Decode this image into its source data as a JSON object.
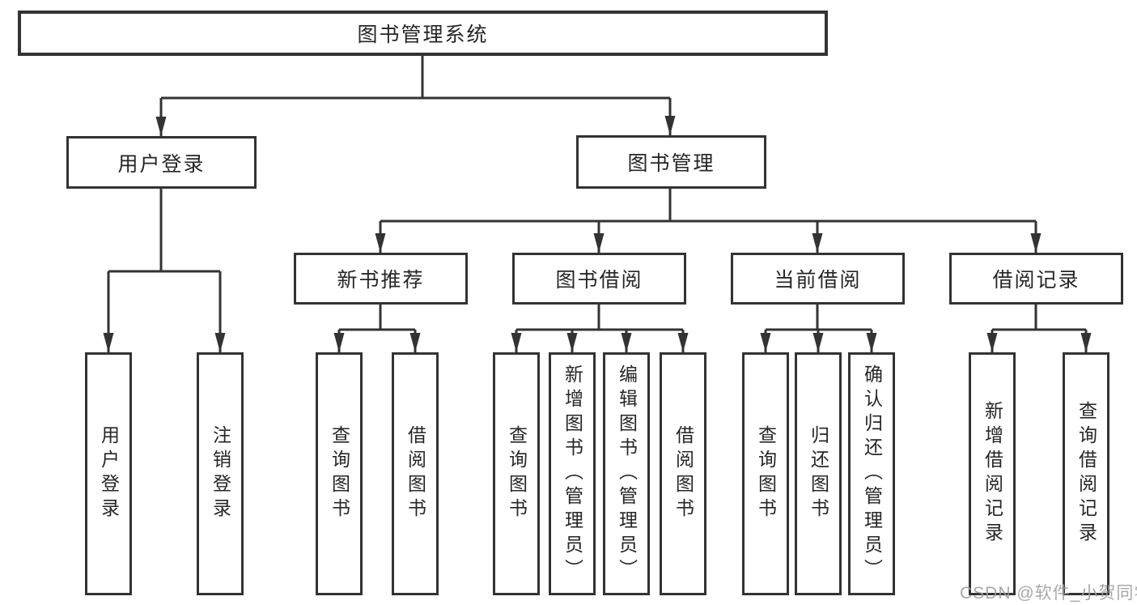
{
  "tree": {
    "root": "图书管理系统",
    "branches": [
      {
        "label": "用户登录",
        "children": [
          "用户登录",
          "注销登录"
        ]
      },
      {
        "label": "图书管理",
        "sections": [
          {
            "label": "新书推荐",
            "children": [
              "查询图书",
              "借阅图书"
            ]
          },
          {
            "label": "图书借阅",
            "children": [
              "查询图书",
              "新增图书（管理员）",
              "编辑图书（管理员）",
              "借阅图书"
            ]
          },
          {
            "label": "当前借阅",
            "children": [
              "查询图书",
              "归还图书",
              "确认归还（管理员）"
            ]
          },
          {
            "label": "借阅记录",
            "children": [
              "新增借阅记录",
              "查询借阅记录"
            ]
          }
        ]
      }
    ]
  },
  "watermark": "CSDN @软件_小贺同学",
  "colors": {
    "line": "#333333",
    "box_border": "#333333",
    "text": "#262626",
    "watermark_text": "#9e9e9e",
    "background": "#ffffff"
  }
}
